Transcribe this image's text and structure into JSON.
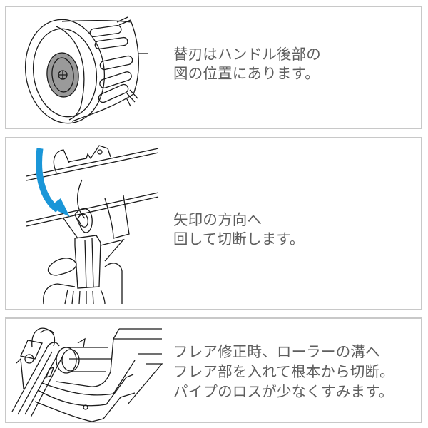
{
  "panels": [
    {
      "id": "blade-location",
      "illustration": "handle-rear-end-with-spare-blade",
      "caption_lines": [
        "替刃はハンドル後部の",
        "図の位置にあります。"
      ]
    },
    {
      "id": "rotate-to-cut",
      "illustration": "pipe-cutter-rotating-on-pipe",
      "arrow_color": "#1a96d8",
      "caption_lines": [
        "矢印の方向へ",
        "回して切断します。"
      ]
    },
    {
      "id": "flare-cut",
      "illustration": "roller-groove-flare-cutting",
      "caption_lines": [
        "フレア修正時、ローラーの溝へ",
        "フレア部を入れて根本から切断。",
        "パイプのロスが少なくすみます。"
      ]
    }
  ],
  "colors": {
    "panel_border": "#c8c8c8",
    "text": "#5e5e5e",
    "line_art": "#1a1a1a",
    "blade_fill": "#9a9a9a"
  }
}
